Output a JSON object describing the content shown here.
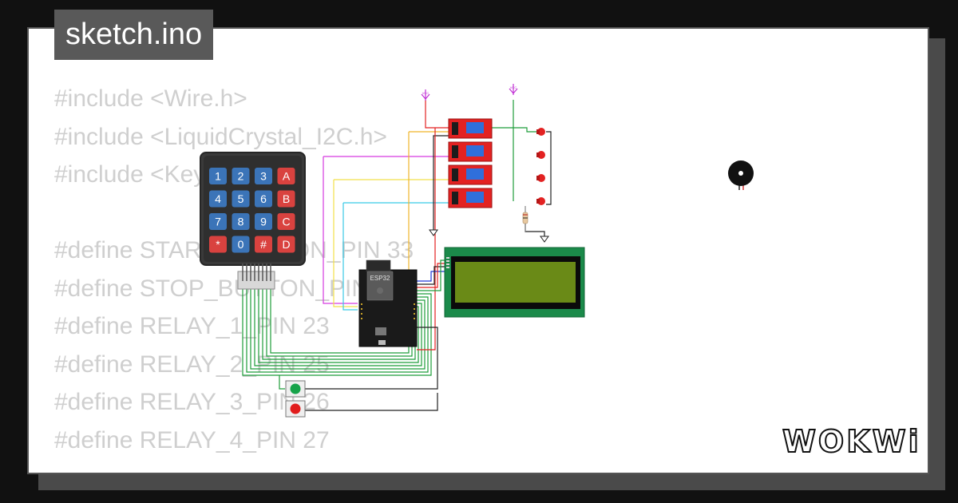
{
  "header": {
    "filename": "sketch.ino"
  },
  "code_lines": [
    "#include <Wire.h>",
    "#include <LiquidCrystal_I2C.h>",
    "#include <Keypad.h>",
    "",
    "#define START_BUTTON_PIN 33",
    "#define STOP_BUTTON_PIN 32",
    "#define RELAY_1_PIN 23",
    "#define RELAY_2_PIN 25",
    "#define RELAY_3_PIN 26",
    "#define RELAY_4_PIN 27"
  ],
  "keypad": {
    "keys": [
      "1",
      "2",
      "3",
      "A",
      "4",
      "5",
      "6",
      "B",
      "7",
      "8",
      "9",
      "C",
      "*",
      "0",
      "#",
      "D"
    ]
  },
  "esp32": {
    "label": "ESP32"
  },
  "power": {
    "vcc_label": "VCC"
  },
  "brand": {
    "logo_text": "WOKWi"
  },
  "colors": {
    "keypad_digit": "#3b74b8",
    "keypad_letter": "#d9423f",
    "relay_red": "#e32222",
    "lcd_green": "#1b8a4a",
    "lcd_screen": "#6a8a17",
    "button_green": "#16a34a",
    "button_red": "#e11d1d"
  }
}
